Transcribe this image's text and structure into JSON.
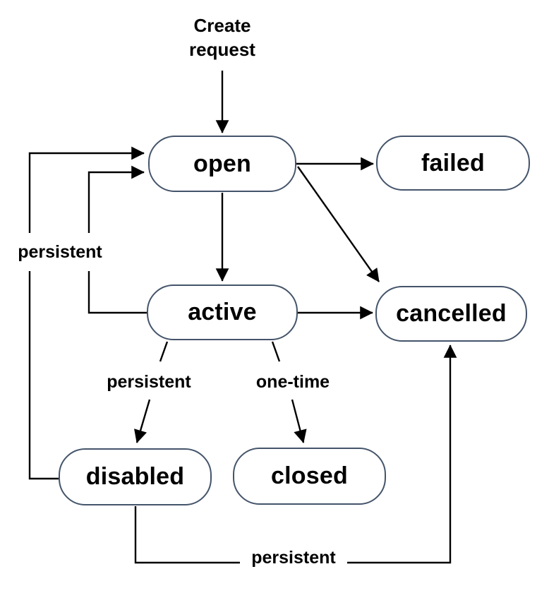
{
  "diagram": {
    "title": "Create request",
    "colors": {
      "node_border": "#44546A",
      "edge": "#000000",
      "text": "#000000",
      "background": "#FFFFFF"
    },
    "nodes": {
      "open": {
        "label": "open"
      },
      "failed": {
        "label": "failed"
      },
      "active": {
        "label": "active"
      },
      "cancelled": {
        "label": "cancelled"
      },
      "disabled": {
        "label": "disabled"
      },
      "closed": {
        "label": "closed"
      }
    },
    "edges": [
      {
        "from": "start",
        "to": "open",
        "label": ""
      },
      {
        "from": "open",
        "to": "failed",
        "label": ""
      },
      {
        "from": "open",
        "to": "cancelled",
        "label": ""
      },
      {
        "from": "open",
        "to": "active",
        "label": ""
      },
      {
        "from": "active",
        "to": "cancelled",
        "label": ""
      },
      {
        "from": "active",
        "to": "open",
        "label": ""
      },
      {
        "from": "active",
        "to": "disabled",
        "label": "persistent"
      },
      {
        "from": "active",
        "to": "closed",
        "label": "one-time"
      },
      {
        "from": "disabled",
        "to": "open",
        "label": "persistent"
      },
      {
        "from": "disabled",
        "to": "cancelled",
        "label": "persistent"
      }
    ]
  }
}
